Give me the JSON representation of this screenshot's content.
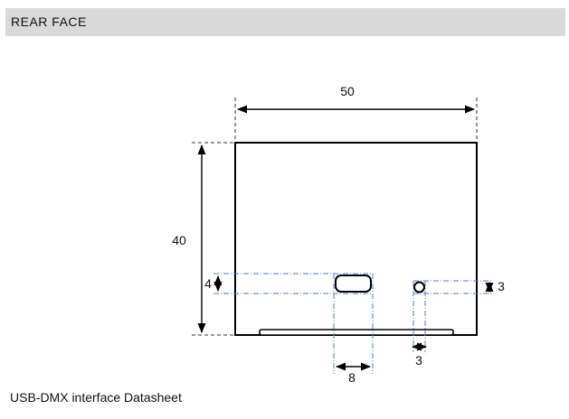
{
  "header": {
    "title": "REAR FACE"
  },
  "dimensions": {
    "width": "50",
    "height": "40",
    "slot_height": "4",
    "slot_width": "8",
    "hole_height": "3",
    "hole_width": "3"
  },
  "footer": {
    "text": "USB-DMX interface Datasheet"
  }
}
